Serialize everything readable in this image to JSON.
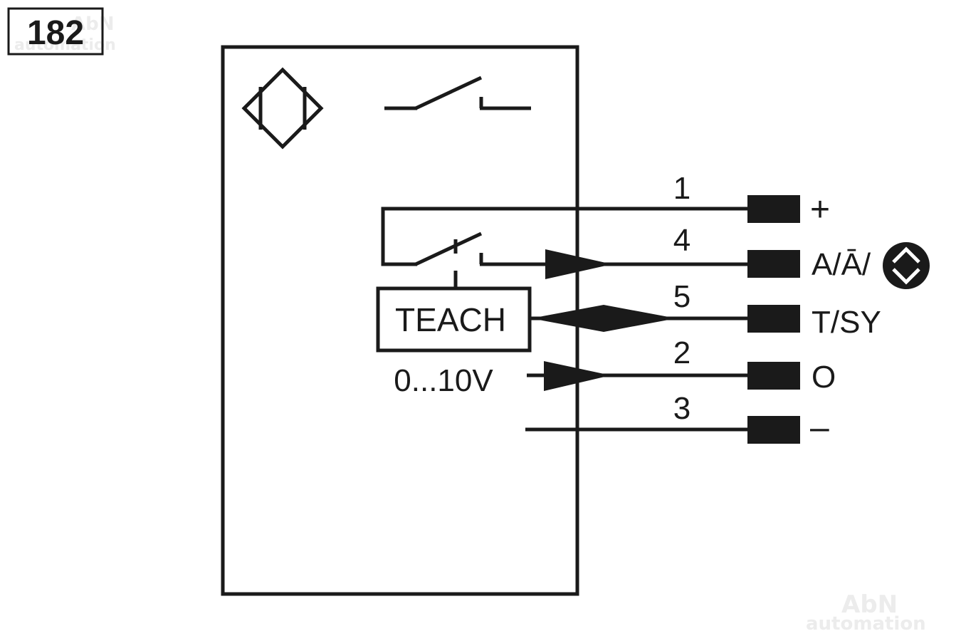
{
  "diagram_number": "182",
  "watermark": {
    "line1": "AbN",
    "line2": "automation"
  },
  "teach_label": "TEACH",
  "analog_label": "0...10V",
  "pins": [
    {
      "number": "1",
      "function": "+"
    },
    {
      "number": "4",
      "function": "A/Ā/"
    },
    {
      "number": "5",
      "function": "T/SY"
    },
    {
      "number": "2",
      "function": "O"
    },
    {
      "number": "3",
      "function": "–"
    }
  ],
  "colors": {
    "line": "#1a1a1a",
    "background": "#ffffff"
  },
  "icons": {
    "sensor_symbol": "sensor-diamond-icon",
    "pin4_symbol": "switching-function-icon"
  }
}
